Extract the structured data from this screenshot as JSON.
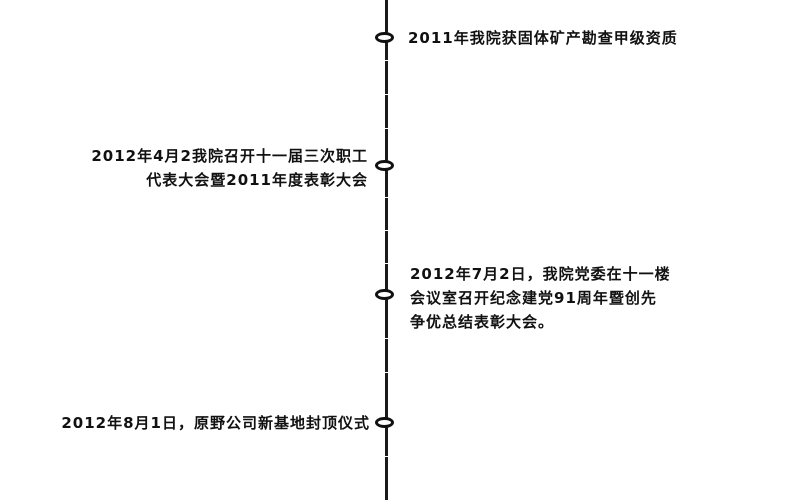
{
  "events": [
    {
      "text": "2011年我院获固体矿产勘查甲级资质"
    },
    {
      "line1": "2012年4月2我院召开十一届三次职工",
      "line2": "代表大会暨2011年度表彰大会"
    },
    {
      "line1": "2012年7月2日，我院党委在十一楼",
      "line2": "会议室召开纪念建党91周年暨创先",
      "line3": "争优总结表彰大会。"
    },
    {
      "text": "2012年8月1日，原野公司新基地封顶仪式"
    }
  ],
  "colors": {
    "line": "#1a1a1a",
    "text": "#111111",
    "background": "#ffffff"
  },
  "icons": {
    "node": "timeline-node-icon"
  }
}
